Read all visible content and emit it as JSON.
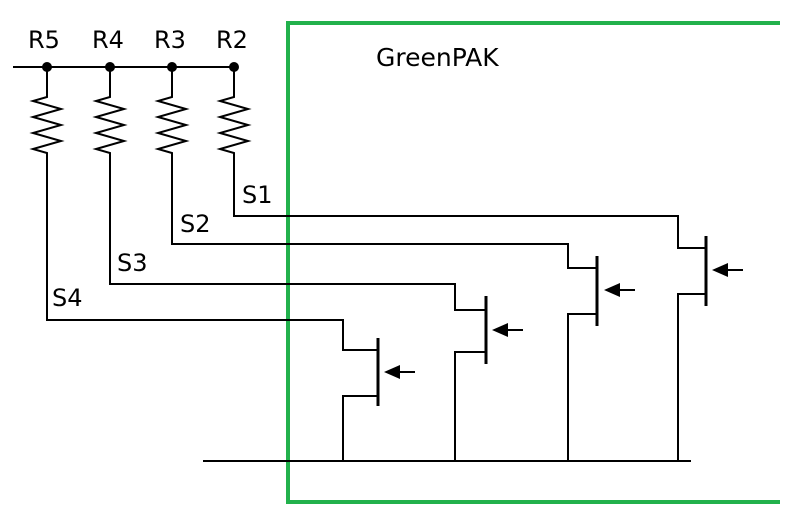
{
  "chip": {
    "label": "GreenPAK",
    "border_color": "#22b14c"
  },
  "resistors": [
    {
      "label": "R5"
    },
    {
      "label": "R4"
    },
    {
      "label": "R3"
    },
    {
      "label": "R2"
    }
  ],
  "signals": [
    {
      "label": "S4"
    },
    {
      "label": "S3"
    },
    {
      "label": "S2"
    },
    {
      "label": "S1"
    }
  ],
  "colors": {
    "wire": "#000000",
    "chip_border": "#22b14c",
    "background": "#ffffff"
  }
}
